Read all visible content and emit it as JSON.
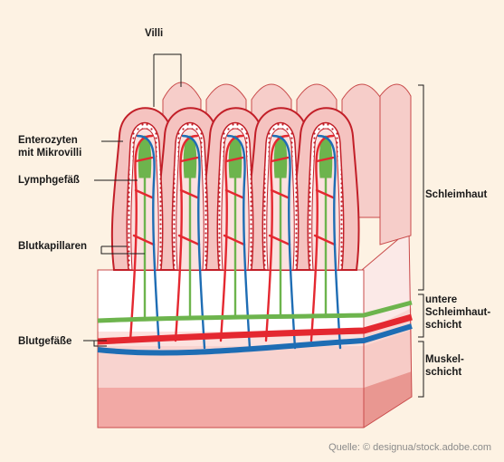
{
  "labels": {
    "villi": "Villi",
    "enterozyten_line1": "Enterozyten",
    "enterozyten_line2": "mit Mikrovilli",
    "lymphgefaess": "Lymphgefäß",
    "blutkapillaren": "Blutkapillaren",
    "blutgefaesse": "Blutgefäße",
    "schleimhaut": "Schleimhaut",
    "untere_line1": "untere",
    "untere_line2": "Schleimhaut-",
    "untere_line3": "schicht",
    "muskel_line1": "Muskel-",
    "muskel_line2": "schicht"
  },
  "source": "Quelle: © designua/stock.adobe.com",
  "colors": {
    "background": "#fdf2e3",
    "villus_fill": "#f5c3c0",
    "villus_outline": "#c21f28",
    "lymph_vessel": "#6db44d",
    "artery": "#e42830",
    "vein": "#1e6db4",
    "muscle_layer": "#f2a9a5"
  }
}
